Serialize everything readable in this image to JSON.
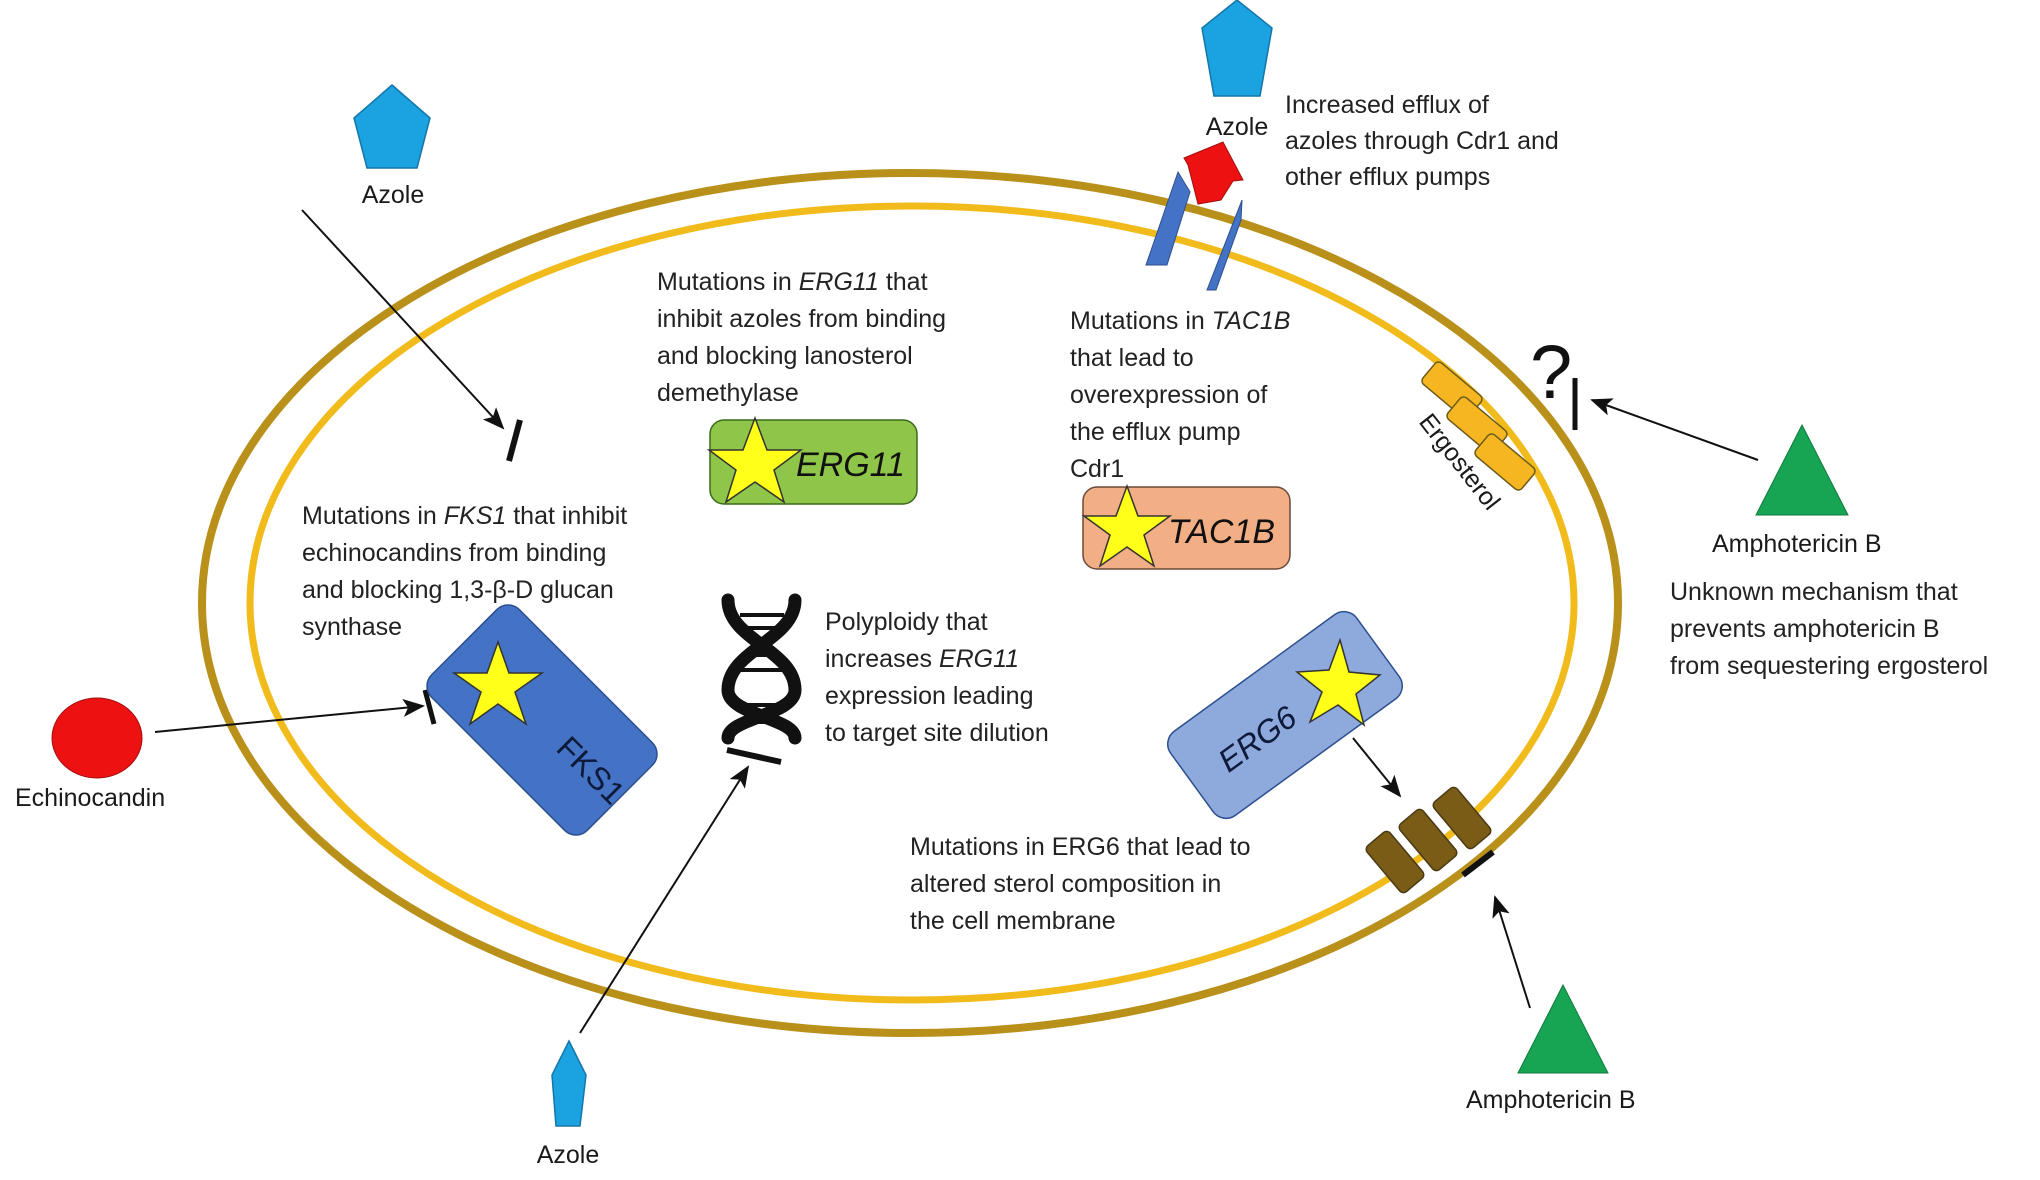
{
  "title": "Mechanisms of antifungal resistance in Candida auris",
  "colors": {
    "outer_membrane": "#b8901a",
    "inner_membrane": "#f2bb1c",
    "azole": "#1aa3e0",
    "echinocandin": "#ee1111",
    "amphotericin": "#17a554",
    "erg11_box": "#8fc64a",
    "tac1b_box": "#f2ae84",
    "fks1_box": "#4472c4",
    "erg6_box": "#8ea9db",
    "mutation_star": "#ffff1a",
    "efflux_pump": "#4472c4",
    "efflux_arrow": "#ee1111",
    "ergosterol": "#f5b622",
    "altered_sterol": "#7a5c16"
  },
  "drugs": {
    "azole_top_left": "Azole",
    "azole_top": "Azole",
    "azole_bottom": "Azole",
    "echinocandin": "Echinocandin",
    "amphotericin_right": "Amphotericin  B",
    "amphotericin_bottom": "Amphotericin  B"
  },
  "genes": {
    "erg11": "ERG11",
    "tac1b": "TAC1B",
    "fks1": "FKS1",
    "erg6": "ERG6"
  },
  "labels": {
    "ergosterol": "Ergosterol",
    "unknown_mark": "?"
  },
  "annotations": {
    "erg11": [
      {
        "parts": [
          {
            "t": "Mutations in ",
            "i": false
          },
          {
            "t": "ERG11",
            "i": true
          },
          {
            "t": " that",
            "i": false
          }
        ]
      },
      {
        "parts": [
          {
            "t": "inhibit azoles from binding",
            "i": false
          }
        ]
      },
      {
        "parts": [
          {
            "t": "and blocking lanosterol",
            "i": false
          }
        ]
      },
      {
        "parts": [
          {
            "t": "demethylase",
            "i": false
          }
        ]
      }
    ],
    "efflux": [
      {
        "parts": [
          {
            "t": "Increased efflux of",
            "i": false
          }
        ]
      },
      {
        "parts": [
          {
            "t": "azoles through  Cdr1 and",
            "i": false
          }
        ]
      },
      {
        "parts": [
          {
            "t": "other  efflux pumps",
            "i": false
          }
        ]
      }
    ],
    "tac1b": [
      {
        "parts": [
          {
            "t": "Mutations in ",
            "i": false
          },
          {
            "t": "TAC1B",
            "i": true
          }
        ]
      },
      {
        "parts": [
          {
            "t": "that lead to",
            "i": false
          }
        ]
      },
      {
        "parts": [
          {
            "t": "overexpression of",
            "i": false
          }
        ]
      },
      {
        "parts": [
          {
            "t": "the efflux pump",
            "i": false
          }
        ]
      },
      {
        "parts": [
          {
            "t": "Cdr1",
            "i": false
          }
        ]
      }
    ],
    "fks1": [
      {
        "parts": [
          {
            "t": "Mutations in ",
            "i": false
          },
          {
            "t": "FKS1",
            "i": true
          },
          {
            "t": " that inhibit",
            "i": false
          }
        ]
      },
      {
        "parts": [
          {
            "t": "echinocandins from binding",
            "i": false
          }
        ]
      },
      {
        "parts": [
          {
            "t": "and blocking 1,3-β-D glucan",
            "i": false
          }
        ]
      },
      {
        "parts": [
          {
            "t": "synthase",
            "i": false
          }
        ]
      }
    ],
    "polyploidy": [
      {
        "parts": [
          {
            "t": "Polyploidy that",
            "i": false
          }
        ]
      },
      {
        "parts": [
          {
            "t": "increases ",
            "i": false
          },
          {
            "t": "ERG11",
            "i": true
          }
        ]
      },
      {
        "parts": [
          {
            "t": "expression leading",
            "i": false
          }
        ]
      },
      {
        "parts": [
          {
            "t": "to target site dilution",
            "i": false
          }
        ]
      }
    ],
    "erg6": [
      {
        "parts": [
          {
            "t": "Mutations in ERG6 that lead to",
            "i": false
          }
        ]
      },
      {
        "parts": [
          {
            "t": "altered sterol composition  in",
            "i": false
          }
        ]
      },
      {
        "parts": [
          {
            "t": "the cell membrane",
            "i": false
          }
        ]
      }
    ],
    "amphotericin_unknown": [
      {
        "parts": [
          {
            "t": "Unknown  mechanism that",
            "i": false
          }
        ]
      },
      {
        "parts": [
          {
            "t": "prevents amphotericin  B",
            "i": false
          }
        ]
      },
      {
        "parts": [
          {
            "t": "from  sequestering ergosterol",
            "i": false
          }
        ]
      }
    ]
  }
}
